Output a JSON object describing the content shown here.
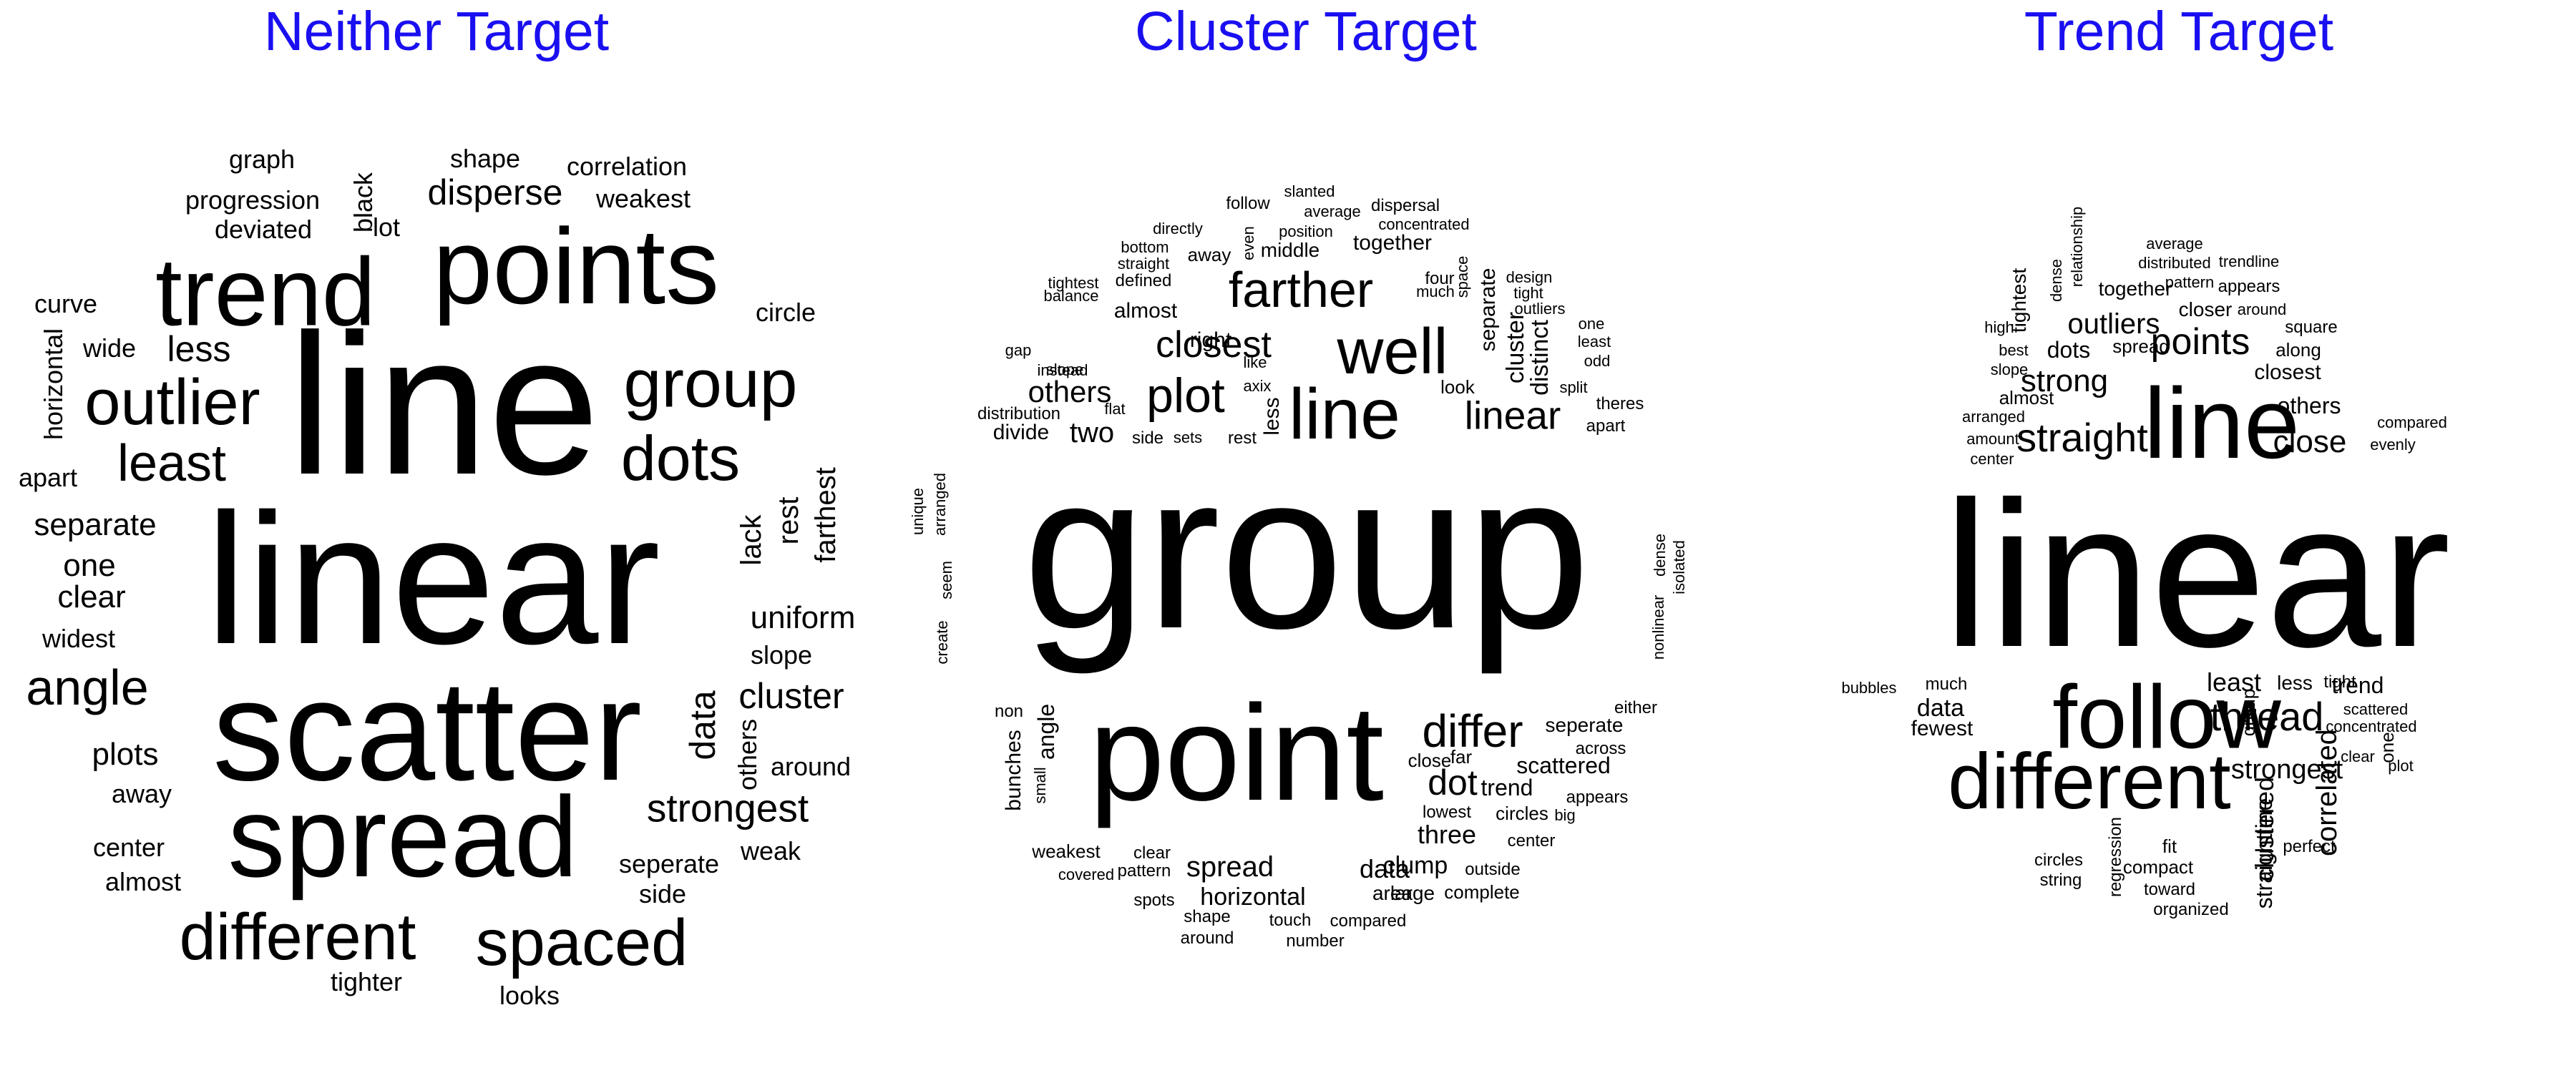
{
  "text_color": "#000000",
  "title_color": "#1a0ff0",
  "panels": [
    {
      "title": "Neither Target",
      "words": [
        "graph",
        "shape",
        "correlation",
        "progression",
        "weakest",
        "disperse",
        "deviated",
        "black",
        "lot",
        "points",
        "trend",
        "curve",
        "circle",
        "wide",
        "horizontal",
        "less",
        "outlier",
        "group",
        "line",
        "least",
        "dots",
        "apart",
        "lack",
        "rest",
        "farthest",
        "separate",
        "linear",
        "one",
        "clear",
        "uniform",
        "widest",
        "slope",
        "angle",
        "cluster",
        "scatter",
        "data",
        "others",
        "plots",
        "around",
        "away",
        "strongest",
        "spread",
        "center",
        "weak",
        "almost",
        "seperate",
        "side",
        "different",
        "spaced",
        "tighter",
        "looks"
      ]
    },
    {
      "title": "Cluster Target",
      "words": [
        "slanted",
        "follow",
        "average",
        "dispersal",
        "directly",
        "even",
        "position",
        "concentrated",
        "bottom",
        "away",
        "middle",
        "together",
        "straight",
        "four",
        "space",
        "design",
        "defined",
        "much",
        "tight",
        "tightest",
        "farther",
        "separate",
        "outliers",
        "balance",
        "almost",
        "one",
        "well",
        "cluster",
        "least",
        "closest",
        "right",
        "distinct",
        "gap",
        "like",
        "slope",
        "odd",
        "instead",
        "axix",
        "split",
        "others",
        "plot",
        "line",
        "look",
        "theres",
        "distribution",
        "flat",
        "less",
        "linear",
        "apart",
        "divide",
        "two",
        "side",
        "sets",
        "rest",
        "arranged",
        "unique",
        "seem",
        "create",
        "group",
        "dense",
        "isolated",
        "nonlinear",
        "either",
        "non",
        "angle",
        "point",
        "differ",
        "seperate",
        "bunches",
        "across",
        "small",
        "close",
        "far",
        "scattered",
        "dot",
        "trend",
        "lowest",
        "appears",
        "circles",
        "big",
        "three",
        "weakest",
        "clear",
        "center",
        "covered",
        "pattern",
        "spread",
        "data",
        "clump",
        "outside",
        "horizontal",
        "area",
        "large",
        "complete",
        "spots",
        "shape",
        "touch",
        "compared",
        "around",
        "number"
      ]
    },
    {
      "title": "Trend Target",
      "words": [
        "relationship",
        "average",
        "distributed",
        "trendline",
        "dense",
        "pattern",
        "tightest",
        "together",
        "appears",
        "closer",
        "around",
        "high",
        "outliers",
        "points",
        "square",
        "best",
        "spread",
        "along",
        "slope",
        "dots",
        "strong",
        "closest",
        "almost",
        "line",
        "others",
        "arranged",
        "straight",
        "compared",
        "amount",
        "close",
        "evenly",
        "center",
        "linear",
        "bubbles",
        "much",
        "least",
        "less",
        "tight",
        "trend",
        "follow",
        "data",
        "group",
        "thread",
        "scattered",
        "fewest",
        "concentrated",
        "one",
        "clear",
        "plot",
        "strongest",
        "correlated",
        "different",
        "clustered",
        "fit",
        "perfect",
        "straightline",
        "circles",
        "compact",
        "string",
        "regression",
        "toward",
        "organized"
      ]
    }
  ]
}
